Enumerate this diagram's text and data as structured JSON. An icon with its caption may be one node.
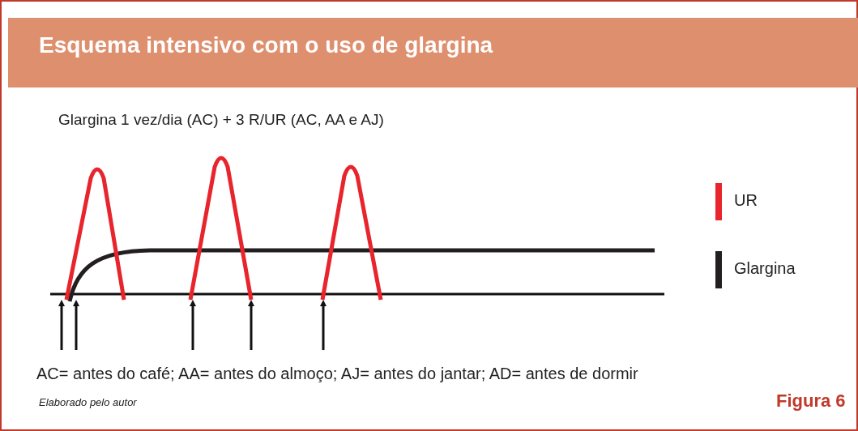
{
  "diagram": {
    "title": "Esquema intensivo com o uso de glargina",
    "labels": [
      "Glargina 1 vez/dia (AC) + 3 R/UR (AC, AA e AJ)",
      "AC= antes do café; AA= antes do almoço; AJ= antes do jantar; AD= antes de dormir",
      "Elaborado pelo autor",
      "Figura 6"
    ],
    "legend": [
      {
        "text": "UR",
        "color": "#e8242c"
      },
      {
        "text": "Glargina",
        "color": "#231f20"
      }
    ]
  }
}
